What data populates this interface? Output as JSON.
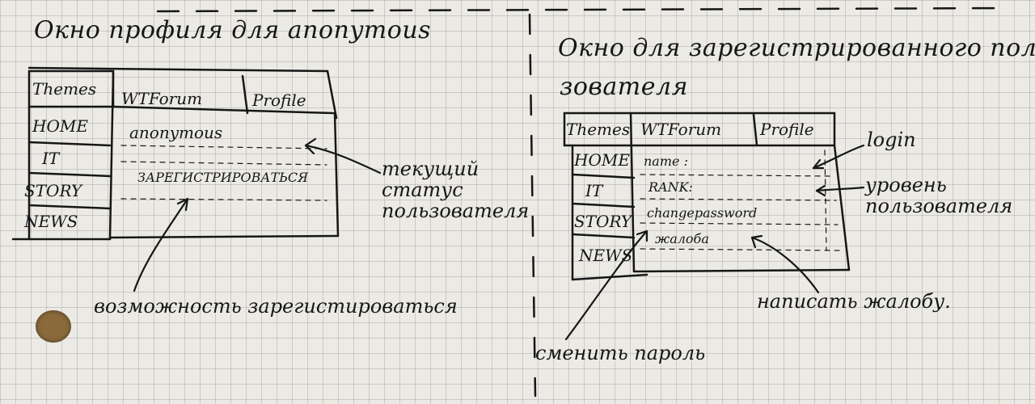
{
  "left": {
    "title": "Окно профиля для anonymous",
    "header": {
      "themes": "Themes",
      "forum": "WTForum",
      "profile": "Profile"
    },
    "nav": [
      "HOME",
      "IT",
      "STORY",
      "NEWS"
    ],
    "content": {
      "status": "anonymous",
      "register": "ЗАРЕГИСТРИРОВАТЬСЯ"
    },
    "notes": {
      "status_note": [
        "текущий",
        "статус",
        "пользователя"
      ],
      "register_note": "возможность зарегистироваться"
    }
  },
  "right": {
    "title_line1": "Окно для зарегистрированного поль-",
    "title_line2": "зователя",
    "header": {
      "themes": "Themes",
      "forum": "WTForum",
      "profile": "Profile"
    },
    "nav": [
      "HOME",
      "IT",
      "STORY",
      "NEWS"
    ],
    "content": {
      "name": "name :",
      "rank": "RANK:",
      "change": "changepassword",
      "complaint": "жалоба"
    },
    "notes": {
      "login": "login",
      "level": [
        "уровень",
        "пользователя"
      ],
      "complaint_note": "написать жалобу.",
      "password_note": "сменить пароль"
    }
  },
  "colors": {
    "ink": "#161616",
    "paper": "#ebeae4",
    "grid": "#7a7a84",
    "hole": "#8a6a3a"
  }
}
